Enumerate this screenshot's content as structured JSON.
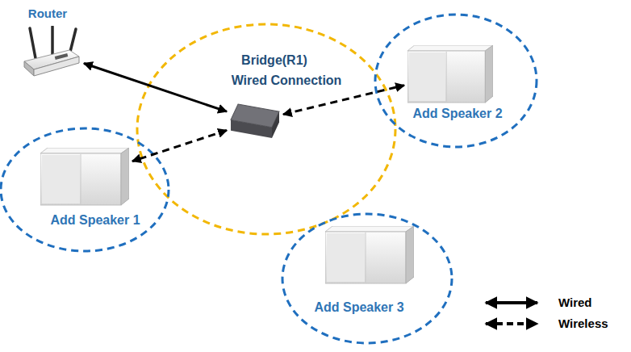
{
  "diagram": {
    "nodes": [
      {
        "text": [
          "Router"
        ]
      },
      {
        "text": [
          "Bridge(R1)",
          "Wired Connection"
        ]
      },
      {
        "text": [
          "Add Speaker 1"
        ]
      },
      {
        "text": [
          "Add Speaker 2"
        ]
      },
      {
        "text": [
          "Add Speaker 3"
        ]
      }
    ],
    "edges": [
      {
        "from": 0,
        "to": 1,
        "arrow": "both"
      },
      {
        "from": 1,
        "to": 2,
        "arrow": "both"
      },
      {
        "from": 1,
        "to": 3,
        "arrow": "both"
      }
    ],
    "legend": [
      {
        "text": "Wired"
      },
      {
        "text": "Wireless"
      }
    ]
  }
}
